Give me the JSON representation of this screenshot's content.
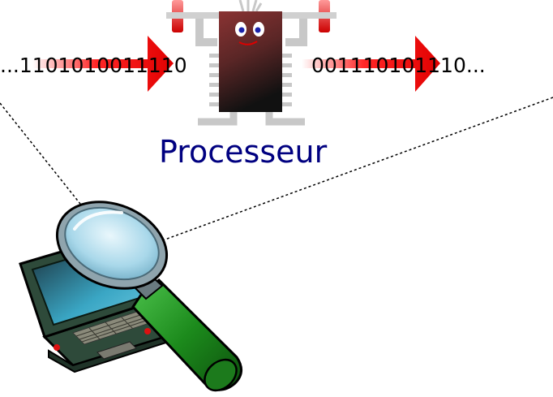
{
  "input_bits": "...1101010011110",
  "output_bits": "001110101110...",
  "processor_label": "Processeur",
  "colors": {
    "label": "#000080",
    "arrow": "#ff0000",
    "chip_top": "#7a2a2a",
    "chip_bottom": "#151515",
    "pins": "#c8c8c8",
    "laptop": "#2e4a3a",
    "laptop_screen": "#3aa6c4",
    "lens": "#bfe6f5",
    "handle": "#1f8a1f"
  },
  "icons": {
    "processor": "processor-chip-icon",
    "laptop": "laptop-icon",
    "magnifier": "magnifying-glass-icon"
  }
}
